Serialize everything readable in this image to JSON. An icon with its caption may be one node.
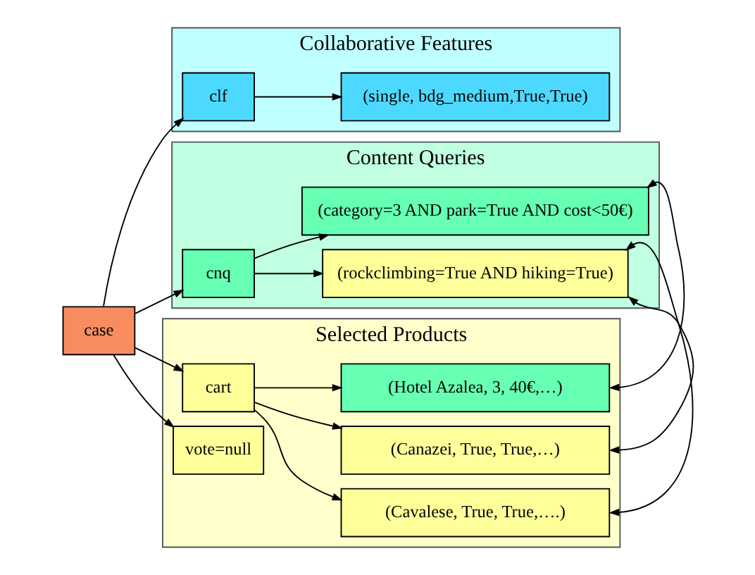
{
  "diagram": {
    "nodes": [
      {
        "text": [
          "case"
        ]
      },
      {
        "text": [
          "Collaborative Features"
        ]
      },
      {
        "text": [
          "clf"
        ],
        "in": 1
      },
      {
        "text": [
          "(single, bdg_medium,True,True)"
        ],
        "in": 1
      },
      {
        "text": [
          "Content Queries"
        ]
      },
      {
        "text": [
          "cnq"
        ],
        "in": 4
      },
      {
        "text": [
          "(rockclimbing=True AND hiking=True)"
        ],
        "in": 4
      },
      {
        "text": [
          "(category=3 AND park=True AND cost<50€)"
        ],
        "in": 4
      },
      {
        "text": [
          "Selected Products"
        ]
      },
      {
        "text": [
          "cart"
        ],
        "in": 8
      },
      {
        "text": [
          "(Cavalese, True, True,….)"
        ],
        "in": 8
      },
      {
        "text": [
          "(Canazei, True, True,…)"
        ],
        "in": 8
      },
      {
        "text": [
          "(Hotel Azalea, 3, 40€,…)"
        ],
        "in": 8
      },
      {
        "text": [
          "vote=null"
        ],
        "in": 8
      }
    ],
    "edges": [
      {
        "from": 0,
        "to": 2,
        "arrow": "to"
      },
      {
        "from": 0,
        "to": 5,
        "arrow": "to"
      },
      {
        "from": 0,
        "to": 9,
        "arrow": "to"
      },
      {
        "from": 0,
        "to": 13,
        "arrow": "to"
      },
      {
        "from": 2,
        "to": 3,
        "arrow": "to"
      },
      {
        "from": 5,
        "to": 6,
        "arrow": "to"
      },
      {
        "from": 5,
        "to": 7,
        "arrow": "to"
      },
      {
        "from": 9,
        "to": 10,
        "arrow": "to"
      },
      {
        "from": 9,
        "to": 11,
        "arrow": "to"
      },
      {
        "from": 9,
        "to": 12,
        "arrow": "to"
      },
      {
        "from": 6,
        "to": 10,
        "arrow": "both"
      },
      {
        "from": 6,
        "to": 11,
        "arrow": "both"
      },
      {
        "from": 7,
        "to": 12,
        "arrow": "both"
      }
    ]
  }
}
